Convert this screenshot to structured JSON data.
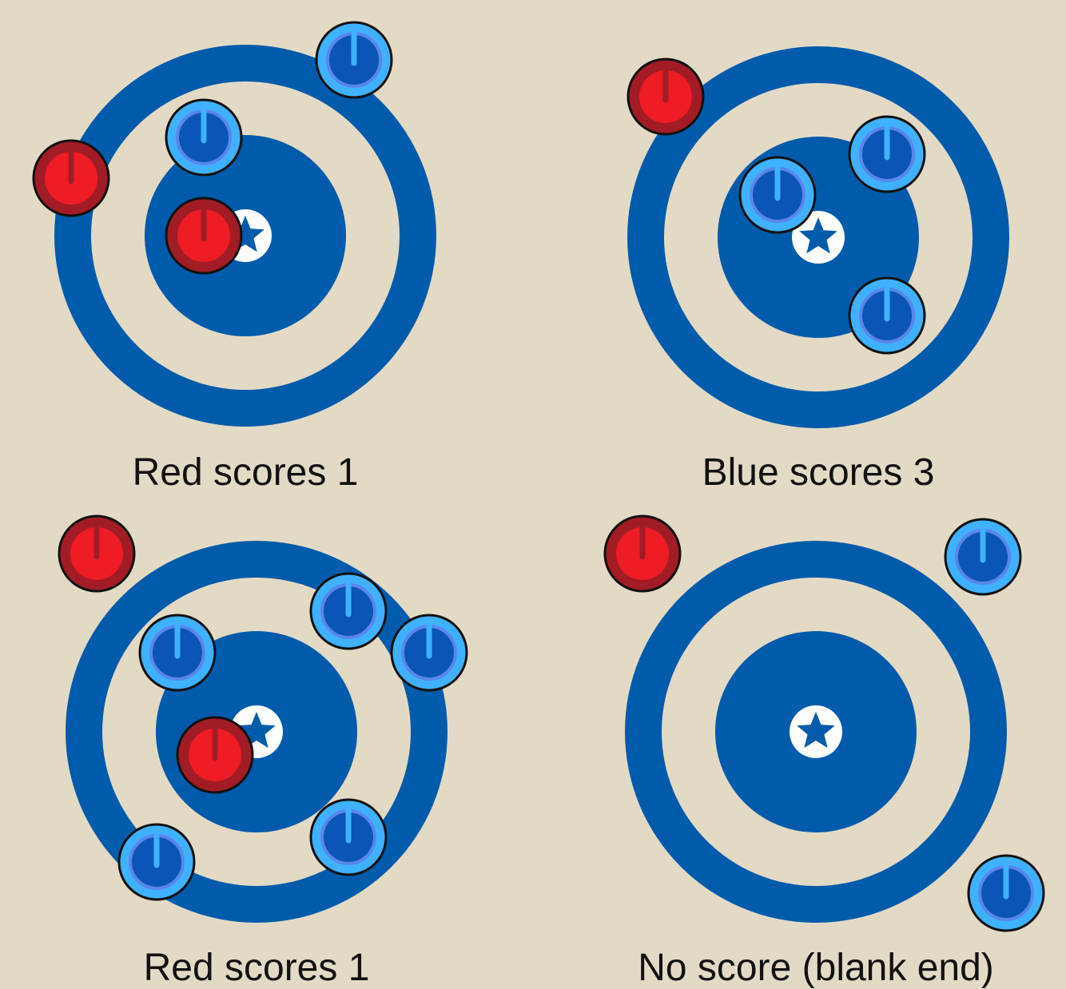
{
  "colors": {
    "background": "#e3dac6",
    "ring": "#005baa",
    "button": "#005baa",
    "tee": "#ffffff",
    "red_stone_outer": "#a21c25",
    "red_stone_inner": "#ee1c25",
    "blue_stone_outer": "#3fb1ff",
    "blue_stone_inner": "#0b55b6",
    "stone_outline": "#111111"
  },
  "icons": {
    "tee": "star-icon",
    "red_stone": "red-stone-icon",
    "blue_stone": "blue-stone-icon"
  },
  "panels": [
    {
      "caption": "Red scores 1",
      "stones": [
        {
          "team": "blue"
        },
        {
          "team": "blue"
        },
        {
          "team": "red"
        },
        {
          "team": "red"
        }
      ]
    },
    {
      "caption": "Blue scores 3",
      "stones": [
        {
          "team": "red"
        },
        {
          "team": "blue"
        },
        {
          "team": "blue"
        },
        {
          "team": "blue"
        }
      ]
    },
    {
      "caption": "Red scores 1",
      "stones": [
        {
          "team": "red"
        },
        {
          "team": "blue"
        },
        {
          "team": "blue"
        },
        {
          "team": "blue"
        },
        {
          "team": "red"
        },
        {
          "team": "blue"
        },
        {
          "team": "blue"
        }
      ]
    },
    {
      "caption": "No score (blank end)",
      "stones": [
        {
          "team": "red"
        },
        {
          "team": "blue"
        },
        {
          "team": "blue"
        }
      ]
    }
  ]
}
